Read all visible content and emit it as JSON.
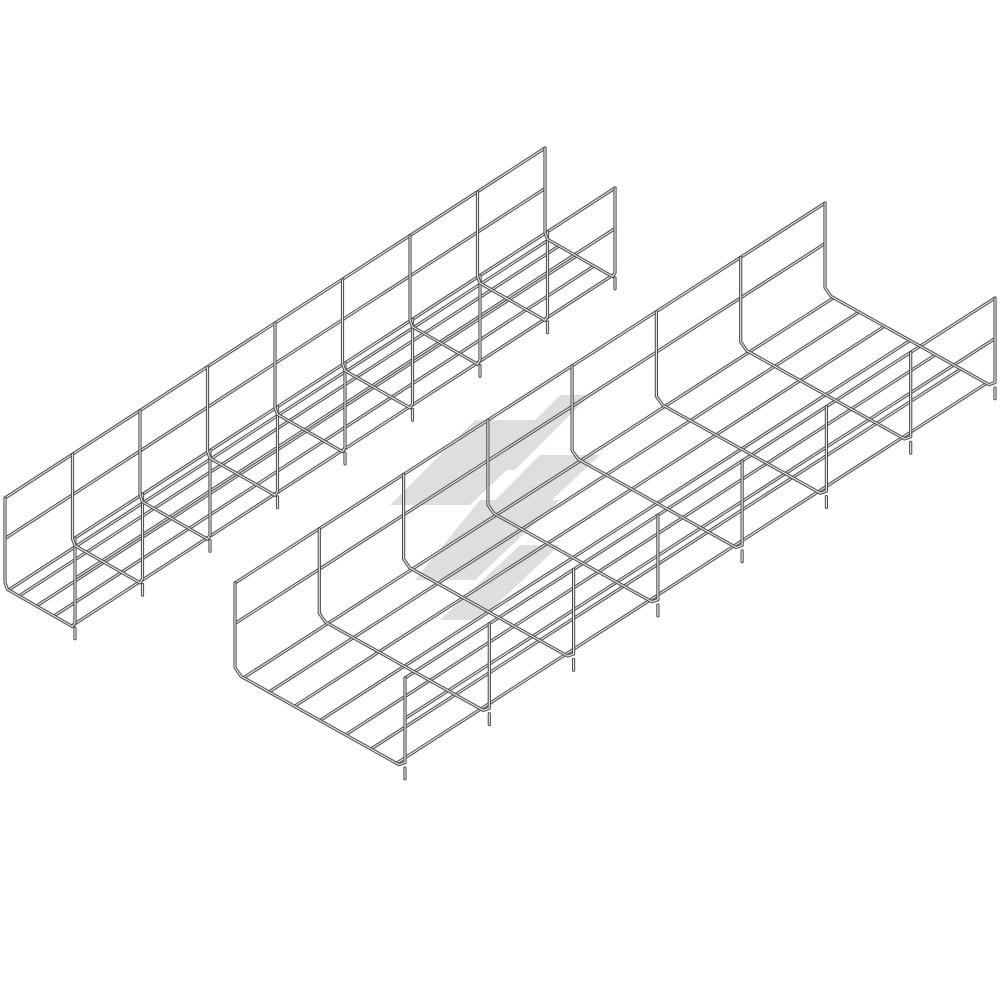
{
  "image": {
    "background": "#ffffff",
    "wire_color": "#4a4a4a",
    "wire_highlight": "#e6e6e6",
    "watermark_color": "#d9d9d9"
  },
  "trays": [
    {
      "name": "narrow-wire-mesh-cable-tray",
      "longitudinal_wires": 6,
      "cross_sections": 8
    },
    {
      "name": "wide-wire-mesh-cable-tray",
      "longitudinal_wires": 8,
      "cross_sections": 7
    }
  ],
  "watermark": {
    "name": "logo-watermark",
    "shape": "stylized-s-stripes"
  }
}
